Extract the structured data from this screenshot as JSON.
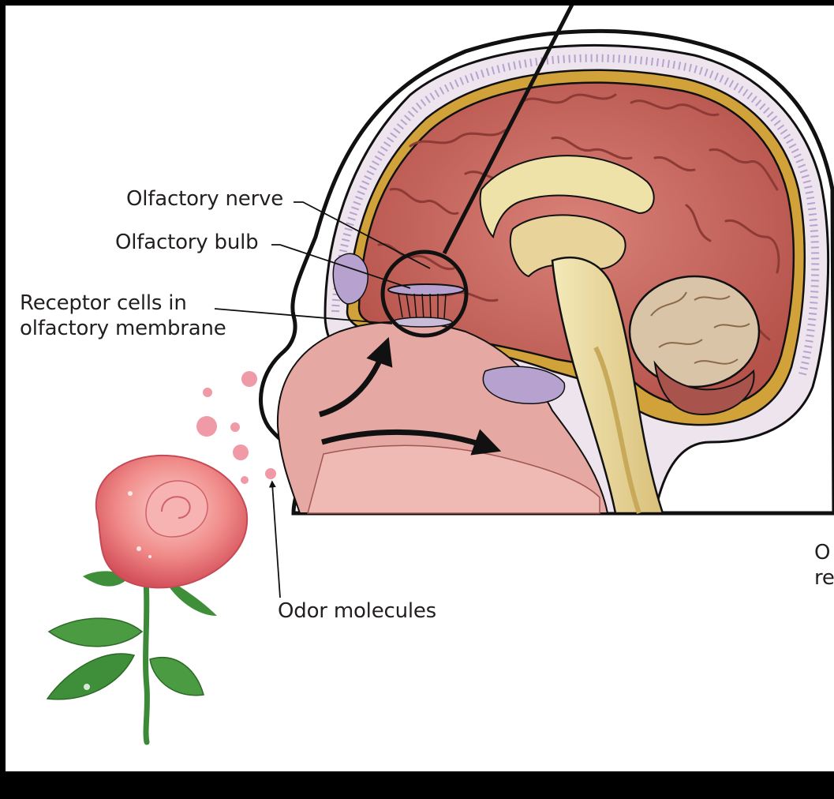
{
  "labels": {
    "olfactory_nerve": "Olfactory nerve",
    "olfactory_bulb": "Olfactory bulb",
    "receptor_cells": "Receptor cells in\nolfactory membrane",
    "odor_molecules": "Odor molecules",
    "cut_off_label": "O\nre"
  },
  "colors": {
    "background": "#000000",
    "panel": "#ffffff",
    "brain": "#c4655a",
    "brain_dark": "#8e3b35",
    "dura": "#c9962a",
    "skull": "#efe7ee",
    "nasal_cavity": "#e6a8a3",
    "brainstem": "#efe2a8",
    "sinus": "#b7a2cf",
    "odor_dot": "#ef9aa6",
    "rose": "#ea6c73",
    "leaf": "#3f8e3a",
    "text": "#231f20"
  },
  "icons": [
    "rose-illustration",
    "head-cross-section",
    "magnifier-circle",
    "airflow-arrow"
  ]
}
